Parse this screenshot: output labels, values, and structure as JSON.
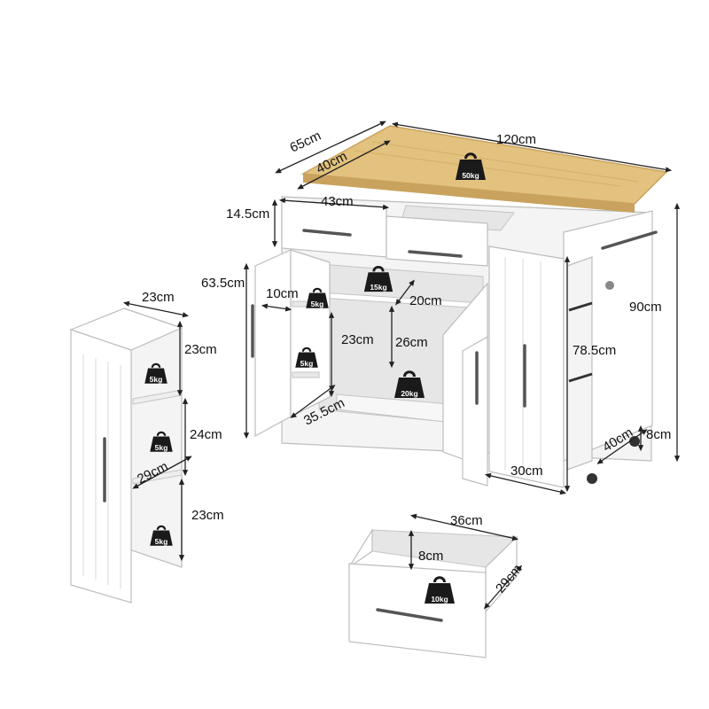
{
  "dimensions": {
    "top_depth": "65cm",
    "top_width": "120cm",
    "top_inner_depth": "40cm",
    "drawer_height": "14.5cm",
    "drawer_width": "43cm",
    "cabinet_height": "63.5cm",
    "door_shelf_width": "10cm",
    "shelf_depth": "20cm",
    "door_shelf_gap": "23cm",
    "inner_height": "26cm",
    "inner_depth": "35.5cm",
    "total_height": "90cm",
    "side_cabinet_height": "78.5cm",
    "side_cabinet_depth": "40cm",
    "caster_height": "8cm",
    "side_cabinet_width": "30cm",
    "tower_width": "23cm",
    "tower_shelf1": "23cm",
    "tower_shelf2": "24cm",
    "tower_shelf3": "23cm",
    "tower_depth": "29cm",
    "drawer_box_width": "36cm",
    "drawer_box_height": "8cm",
    "drawer_box_depth": "29cm"
  },
  "weights": {
    "top": "50kg",
    "middle_shelf": "15kg",
    "door_shelf_upper": "5kg",
    "door_shelf_lower": "5kg",
    "cabinet_bottom": "20kg",
    "tower_upper": "5kg",
    "tower_middle": "5kg",
    "tower_lower": "5kg",
    "drawer": "10kg"
  },
  "colors": {
    "countertop": "#e2c27e",
    "countertop_edge": "#c9a35e",
    "cabinet": "#ffffff",
    "handle": "#555555",
    "weight_icon": "#1a1a1a"
  }
}
